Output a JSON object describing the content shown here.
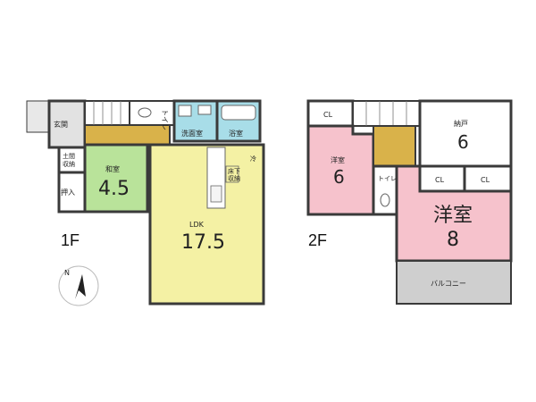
{
  "colors": {
    "wall": "#3a3a3a",
    "washitsu": "#b9e39a",
    "ldk": "#f4f1a4",
    "youshitsu": "#f6c2cc",
    "hall": "#d9b24a",
    "wet": "#a8dde8",
    "balcony": "#cfcfcf",
    "white": "#ffffff",
    "tile": "#e2e2e2"
  },
  "floor1": {
    "label": "1F",
    "genkan": "玄関",
    "doma_storage": "土間\n収納",
    "oshiire": "押入",
    "washitsu_label": "和室",
    "washitsu_size": "4.5",
    "toilet": "トイレ",
    "senmenjo": "洗面室",
    "yokushitsu": "浴室",
    "ldk_label": "LDK",
    "ldk_size": "17.5",
    "underfloor_storage": "床下\n収納",
    "fridge": "冷"
  },
  "floor2": {
    "label": "2F",
    "cl_top": "CL",
    "west_room_label": "洋室",
    "west_room_size": "6",
    "nando_label": "納戸",
    "nando_size": "6",
    "toilet": "トイレ",
    "cl_a": "CL",
    "cl_b": "CL",
    "main_room_label": "洋室",
    "main_room_size": "8",
    "balcony": "バルコニー"
  },
  "compass": {
    "north": "N"
  }
}
